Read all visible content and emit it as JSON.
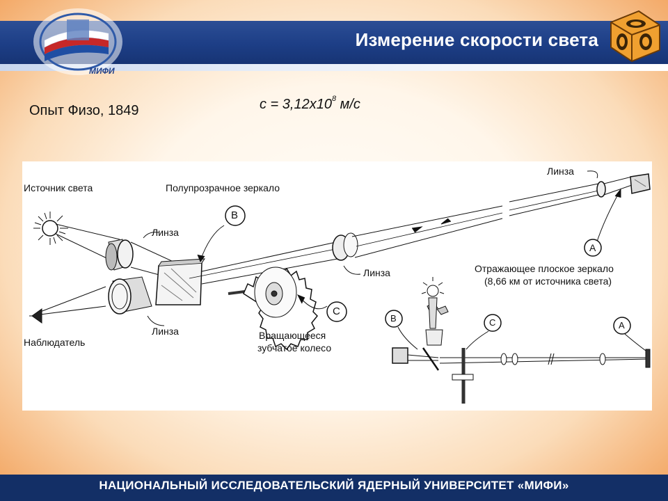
{
  "header": {
    "title": "Измерение скорости света",
    "logo_left_text": "МИФИ"
  },
  "content": {
    "experiment_label": "Опыт Физо, 1849",
    "formula_main": "c = 3,12x10",
    "formula_exp": "8",
    "formula_unit": " м/с"
  },
  "diagram": {
    "labels": {
      "light_source": "Источник света",
      "half_mirror": "Полупрозрачное зеркало",
      "lens_left_top": "Линза",
      "lens_left_bottom": "Линза",
      "lens_middle": "Линза",
      "lens_far": "Линза",
      "observer": "Наблюдатель",
      "wheel_line1": "Вращающееся",
      "wheel_line2": "зубчатое колесо",
      "mirror_line1": "Отражающее плоское зеркало",
      "mirror_line2": "(8,66 км от источника света)"
    },
    "markers": {
      "b_main": "B",
      "c_main": "C",
      "a_main": "A",
      "b_small": "B",
      "c_small": "C",
      "a_small": "A"
    }
  },
  "footer": {
    "text": "НАЦИОНАЛЬНЫЙ ИССЛЕДОВАТЕЛЬСКИЙ ЯДЕРНЫЙ УНИВЕРСИТЕТ «МИФИ»"
  }
}
